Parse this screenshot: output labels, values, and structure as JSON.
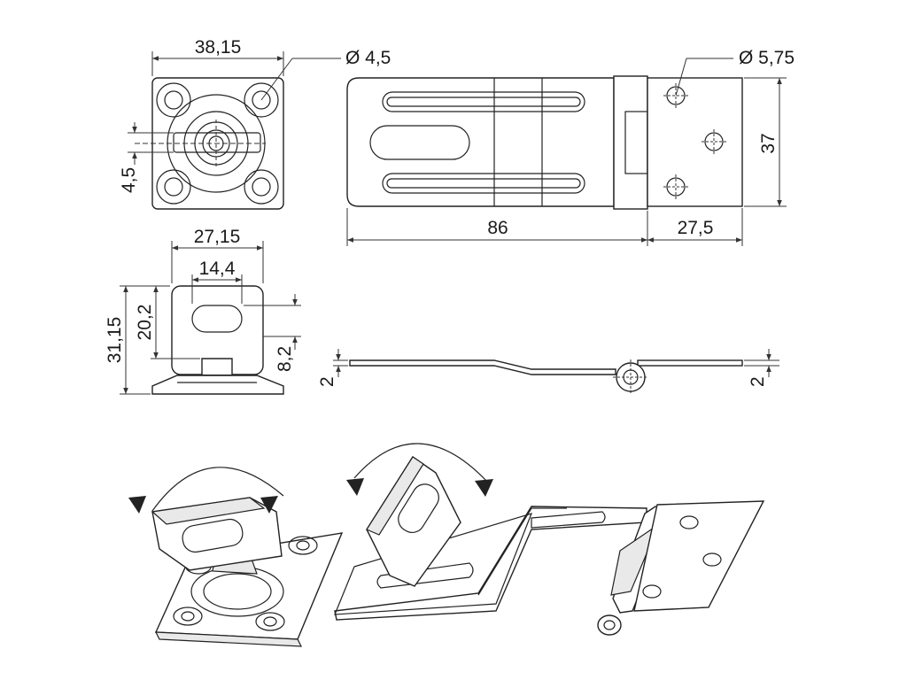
{
  "dimensions": {
    "top_plate_width": "38,15",
    "small_hole": "Ø 4,5",
    "slot_offset": "4,5",
    "large_hole": "Ø 5,75",
    "hasp_height": "37",
    "hasp_length": "86",
    "hinge_leaf_length": "27,5",
    "staple_base_width": "27,15",
    "staple_slot_width": "14,4",
    "staple_total_height": "31,15",
    "staple_loop_height": "20,2",
    "staple_slot_height": "8,2",
    "thickness_left": "2",
    "thickness_right": "2"
  }
}
